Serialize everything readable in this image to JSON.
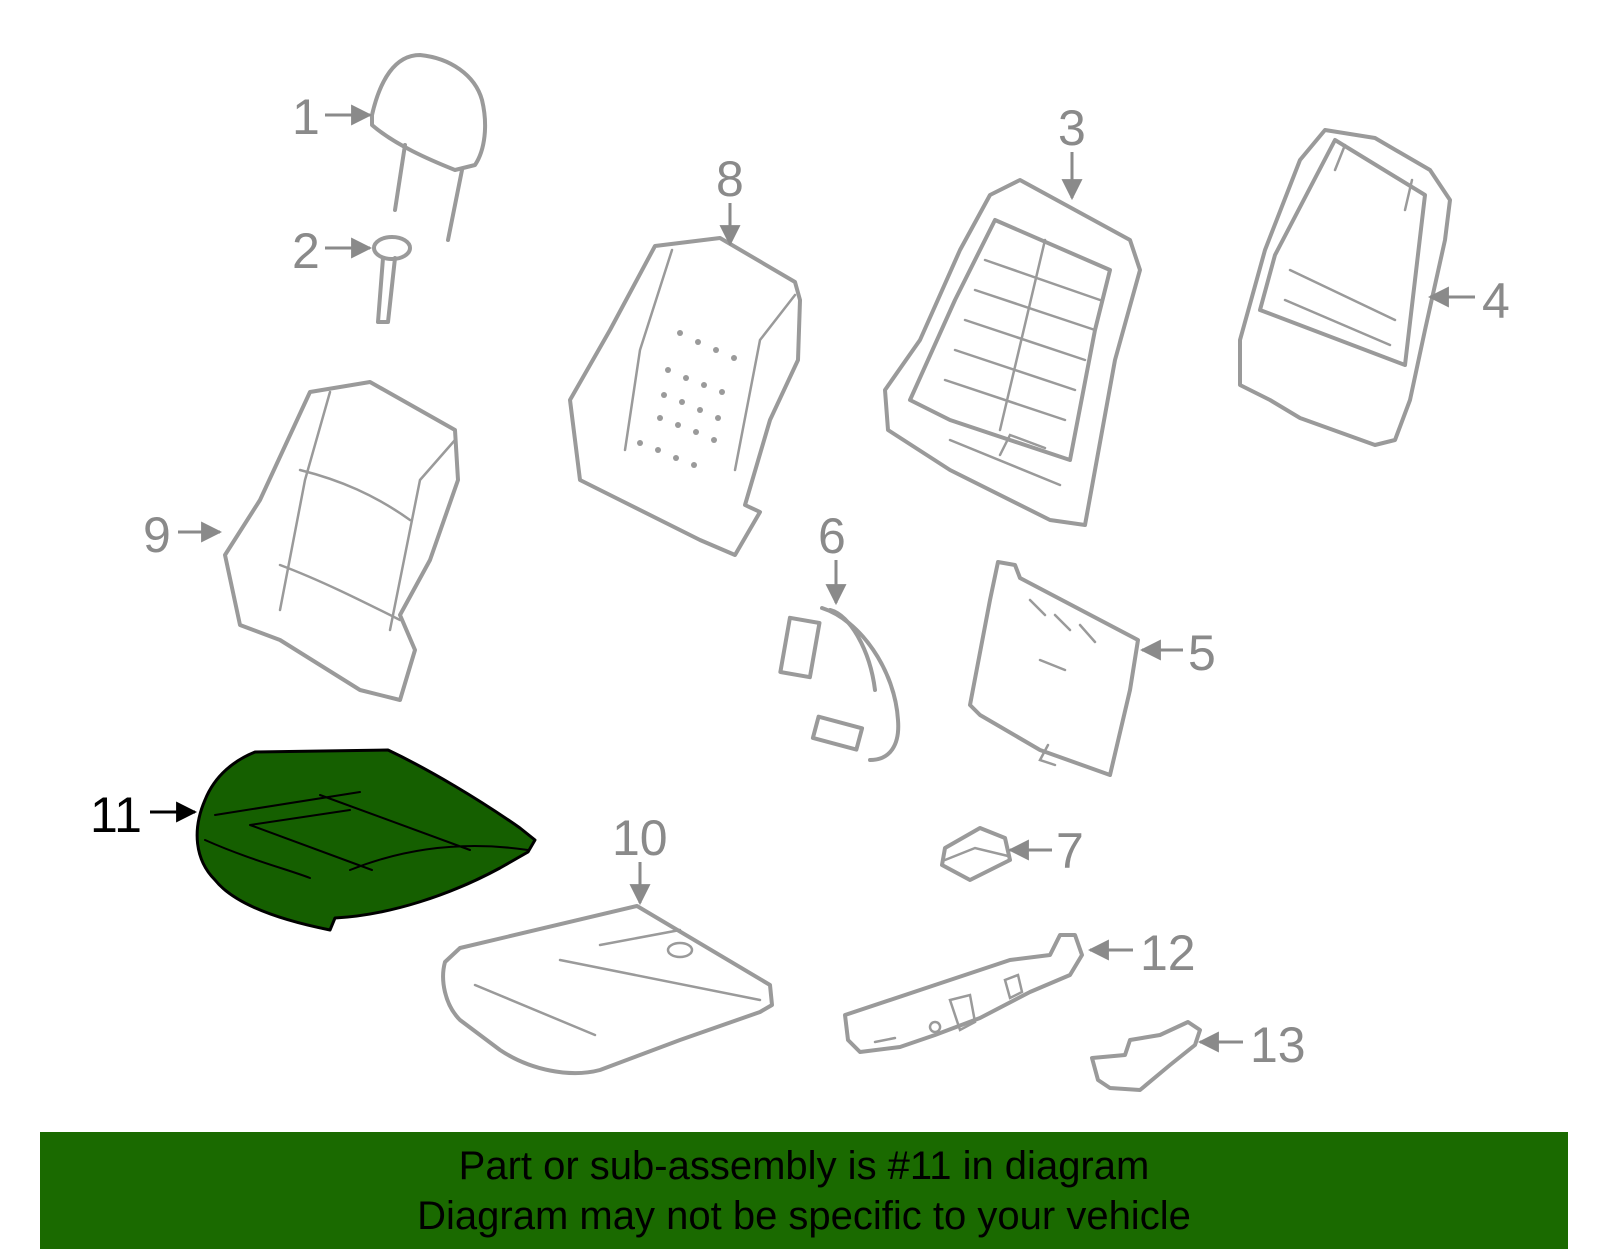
{
  "colors": {
    "highlight_fill": "#155f00",
    "banner_bg": "#1a6a00",
    "part_stroke": "#9a9a9a",
    "label_gray": "#8a8a8a",
    "highlight_label": "#000000"
  },
  "parts": [
    {
      "number": "1",
      "icon": "headrest-icon",
      "highlighted": false
    },
    {
      "number": "2",
      "icon": "guide-pin-icon",
      "highlighted": false
    },
    {
      "number": "3",
      "icon": "seatback-frame-icon",
      "highlighted": false
    },
    {
      "number": "4",
      "icon": "back-panel-icon",
      "highlighted": false
    },
    {
      "number": "5",
      "icon": "lumbar-support-icon",
      "highlighted": false
    },
    {
      "number": "6",
      "icon": "wire-harness-icon",
      "highlighted": false
    },
    {
      "number": "7",
      "icon": "connector-icon",
      "highlighted": false
    },
    {
      "number": "8",
      "icon": "seatback-cover-icon",
      "highlighted": false
    },
    {
      "number": "9",
      "icon": "seatback-cover-icon",
      "highlighted": false
    },
    {
      "number": "10",
      "icon": "cushion-cover-icon",
      "highlighted": false
    },
    {
      "number": "11",
      "icon": "cushion-pad-icon",
      "highlighted": true
    },
    {
      "number": "12",
      "icon": "side-shield-icon",
      "highlighted": false
    },
    {
      "number": "13",
      "icon": "bracket-icon",
      "highlighted": false
    }
  ],
  "banner": {
    "line1": "Part or sub-assembly is #11 in diagram",
    "line2": "Diagram may not be specific to your vehicle"
  }
}
